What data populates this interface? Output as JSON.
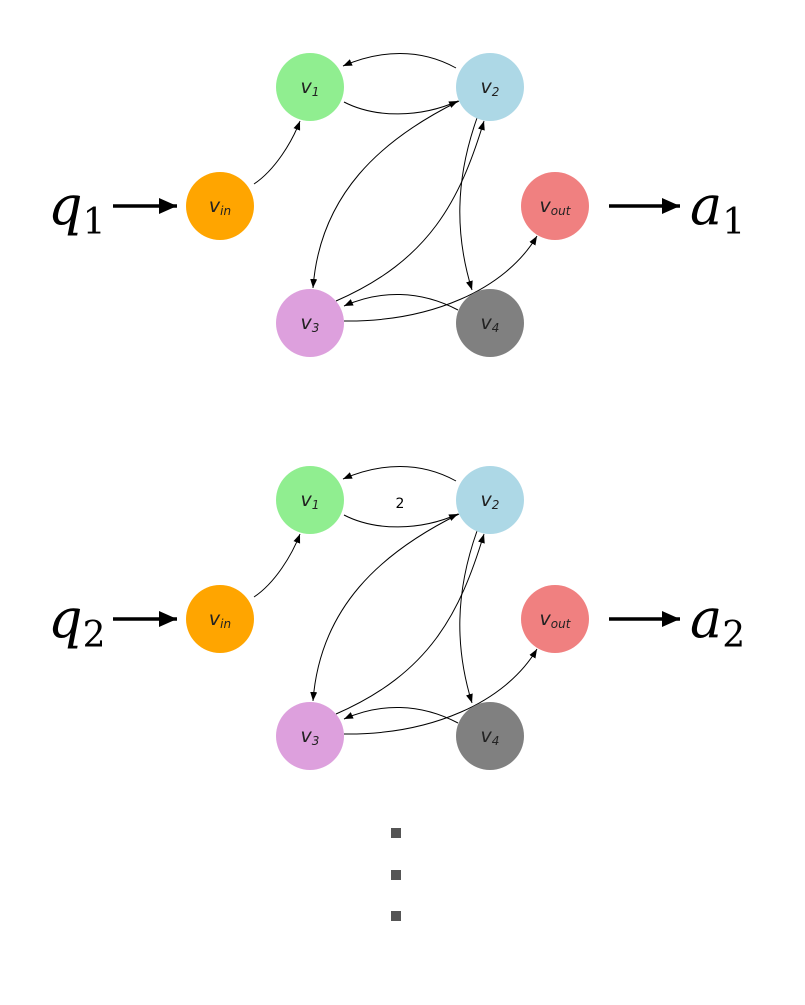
{
  "colors": {
    "vin": "#ffa500",
    "v1": "#90ee90",
    "v2": "#add8e6",
    "v3": "#dda0dd",
    "v4": "#808080",
    "vout": "#f08080",
    "ellipsis": "#555555"
  },
  "nodes": {
    "vin": {
      "base": "v",
      "sub": "in"
    },
    "v1": {
      "base": "v",
      "sub": "1"
    },
    "v2": {
      "base": "v",
      "sub": "2"
    },
    "v3": {
      "base": "v",
      "sub": "3"
    },
    "v4": {
      "base": "v",
      "sub": "4"
    },
    "vout": {
      "base": "v",
      "sub": "out"
    }
  },
  "graphs": [
    {
      "input": {
        "base": "q",
        "sub": "1"
      },
      "output": {
        "base": "a",
        "sub": "1"
      },
      "edges": [
        {
          "from": "vin",
          "to": "v1"
        },
        {
          "from": "v2",
          "to": "v1"
        },
        {
          "from": "v1",
          "to": "v2"
        },
        {
          "from": "v2",
          "to": "v3"
        },
        {
          "from": "v3",
          "to": "v2"
        },
        {
          "from": "v2",
          "to": "v4"
        },
        {
          "from": "v4",
          "to": "v3"
        },
        {
          "from": "v3",
          "to": "vout"
        }
      ]
    },
    {
      "input": {
        "base": "q",
        "sub": "2"
      },
      "output": {
        "base": "a",
        "sub": "2"
      },
      "edges": [
        {
          "from": "vin",
          "to": "v1"
        },
        {
          "from": "v2",
          "to": "v1",
          "label": "2"
        },
        {
          "from": "v1",
          "to": "v2"
        },
        {
          "from": "v2",
          "to": "v3"
        },
        {
          "from": "v3",
          "to": "v2"
        },
        {
          "from": "v2",
          "to": "v4"
        },
        {
          "from": "v4",
          "to": "v3"
        },
        {
          "from": "v3",
          "to": "vout"
        }
      ]
    }
  ],
  "continuation": "vertical-ellipsis"
}
